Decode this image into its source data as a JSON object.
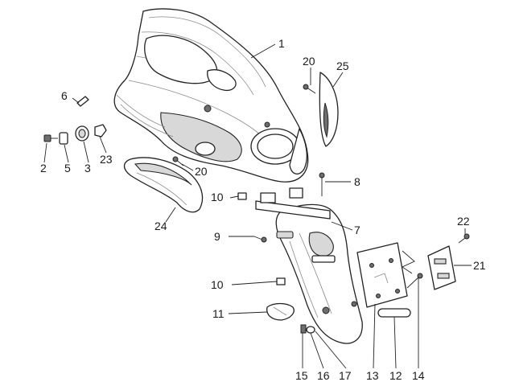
{
  "diagram": {
    "callouts": [
      {
        "id": "1",
        "text": "1"
      },
      {
        "id": "20a",
        "text": "20"
      },
      {
        "id": "25",
        "text": "25"
      },
      {
        "id": "6",
        "text": "6"
      },
      {
        "id": "2",
        "text": "2"
      },
      {
        "id": "5",
        "text": "5"
      },
      {
        "id": "3",
        "text": "3"
      },
      {
        "id": "23",
        "text": "23"
      },
      {
        "id": "20b",
        "text": "20"
      },
      {
        "id": "8",
        "text": "8"
      },
      {
        "id": "10a",
        "text": "10"
      },
      {
        "id": "24",
        "text": "24"
      },
      {
        "id": "7",
        "text": "7"
      },
      {
        "id": "9",
        "text": "9"
      },
      {
        "id": "22",
        "text": "22"
      },
      {
        "id": "21",
        "text": "21"
      },
      {
        "id": "10b",
        "text": "10"
      },
      {
        "id": "11",
        "text": "11"
      },
      {
        "id": "15",
        "text": "15"
      },
      {
        "id": "16",
        "text": "16"
      },
      {
        "id": "17",
        "text": "17"
      },
      {
        "id": "13",
        "text": "13"
      },
      {
        "id": "12",
        "text": "12"
      },
      {
        "id": "14",
        "text": "14"
      }
    ]
  }
}
